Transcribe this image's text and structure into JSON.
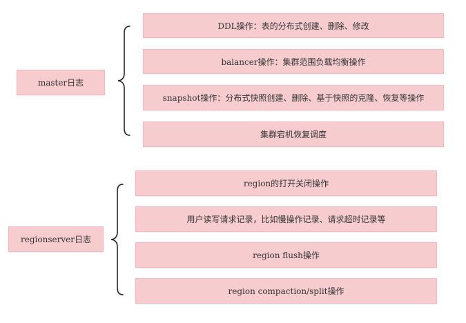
{
  "colors": {
    "box_fill": "#f7cccf",
    "box_border": "#efb9bd",
    "text": "#333333",
    "brace": "#222222"
  },
  "groups": [
    {
      "label": "master日志",
      "items": [
        "DDL操作：表的分布式创建、删除、修改",
        "balancer操作：集群范围负载均衡操作",
        "snapshot操作：分布式快照创建、删除、基于快照的克隆、恢复等操作",
        "集群宕机恢复调度"
      ]
    },
    {
      "label": "regionserver日志",
      "items": [
        "region的打开关闭操作",
        "用户读写请求记录，比如慢操作记录、请求超时记录等",
        "region flush操作",
        "region compaction/split操作"
      ]
    }
  ]
}
